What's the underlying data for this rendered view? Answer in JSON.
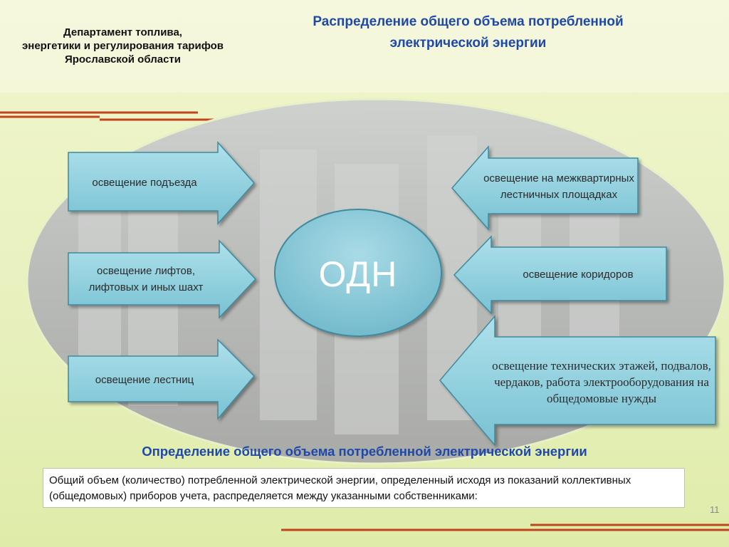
{
  "header": {
    "department_line1": "Департамент топлива,",
    "department_line2": "энергетики и регулирования тарифов",
    "department_line3": "Ярославской области",
    "title_line1": "Распределение общего объема потребленной",
    "title_line2": "электрической энергии"
  },
  "diagram": {
    "center": "ОДН",
    "left_items": [
      "освещение подъезда",
      "освещение лифтов, лифтовых и иных шахт",
      "освещение лестниц"
    ],
    "right_items": [
      "освещение на межквартирных лестничных площадках",
      "освещение коридоров",
      "освещение технических этажей, подвалов, чердаков, работа электрооборудования на общедомовые нужды"
    ]
  },
  "footer": {
    "subtitle": "Определение общего объема потребленной электрической энергии",
    "description": "Общий объем (количество) потребленной электрической энергии, определенный исходя из показаний коллективных (общедомовых) приборов учета, распределяется между указанными собственниками:",
    "page_number": "11"
  },
  "colors": {
    "accent_blue": "#1f49a6",
    "box_fill": "#92d3e1",
    "center_fill": "#7ec2d4",
    "deco_line": "#c0451f"
  }
}
